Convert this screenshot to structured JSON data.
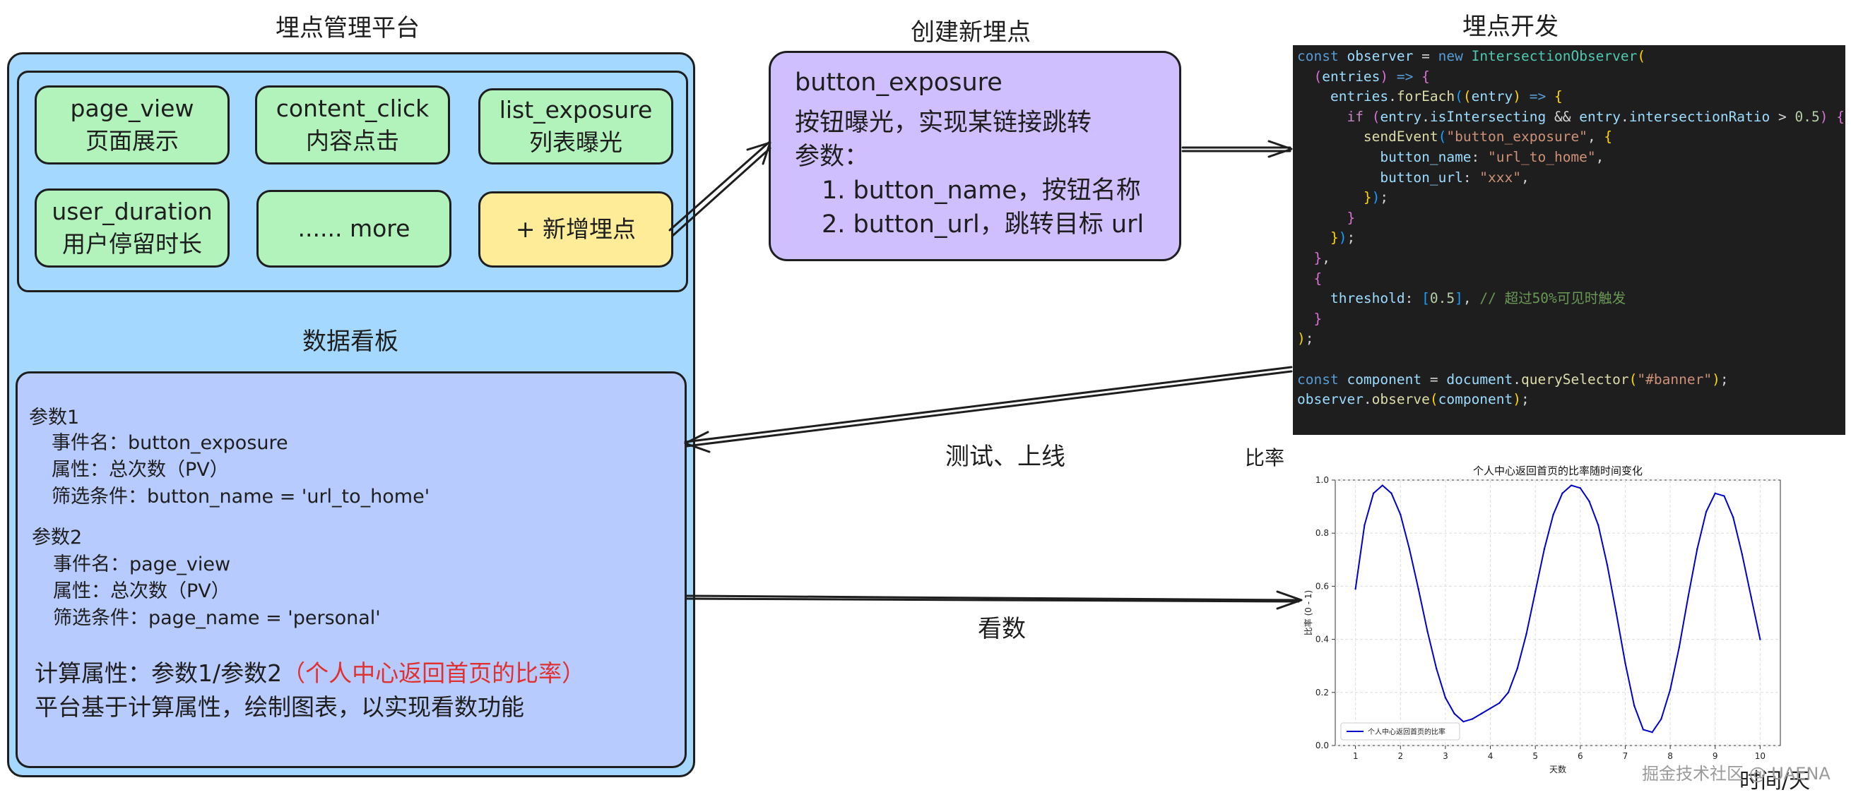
{
  "titles": {
    "platform": "埋点管理平台",
    "create": "创建新埋点",
    "dev": "埋点开发",
    "dashboard": "数据看板",
    "test": "测试、上线",
    "view": "看数"
  },
  "events": [
    {
      "name": "page_view",
      "desc": "页面展示"
    },
    {
      "name": "content_click",
      "desc": "内容点击"
    },
    {
      "name": "list_exposure",
      "desc": "列表曝光"
    },
    {
      "name": "user_duration",
      "desc": "用户停留时长"
    },
    {
      "name": "...... more",
      "desc": ""
    },
    {
      "name": "+ 新增埋点",
      "desc": ""
    }
  ],
  "new_event": {
    "name": "button_exposure",
    "desc": "按钮曝光，实现某链接跳转",
    "params_label": "参数：",
    "param1": "1. button_name，按钮名称",
    "param2": "2. button_url，跳转目标 url"
  },
  "dashboard": {
    "p1_title": "参数1",
    "p1_event": "事件名：button_exposure",
    "p1_attr": "属性：总次数（PV）",
    "p1_filter": "筛选条件：button_name = 'url_to_home'",
    "p2_title": "参数2",
    "p2_event": "事件名：page_view",
    "p2_attr": "属性：总次数（PV）",
    "p2_filter": "筛选条件：page_name = 'personal'",
    "calc_label": "计算属性：参数1/参数2",
    "calc_note": "（个人中心返回首页的比率）",
    "summary": "平台基于计算属性，绘制图表，以实现看数功能"
  },
  "chart_outer": {
    "ylabel": "比率",
    "xlabel": "时间/天"
  },
  "chart_data": {
    "type": "line",
    "title": "个人中心返回首页的比率随时间变化",
    "xlabel": "天数",
    "ylabel": "比率 (0 - 1)",
    "xlim": [
      0.55,
      10.45
    ],
    "ylim": [
      0,
      1.0
    ],
    "xticks": [
      1,
      2,
      3,
      4,
      5,
      6,
      7,
      8,
      9,
      10
    ],
    "yticks": [
      0.0,
      0.2,
      0.4,
      0.6,
      0.8,
      1.0
    ],
    "grid": true,
    "legend_position": "bottom-left",
    "series": [
      {
        "name": "个人中心返回首页的比率",
        "color": "#0000cc",
        "x": [
          1,
          1.2,
          1.4,
          1.6,
          1.8,
          2.0,
          2.2,
          2.4,
          2.6,
          2.8,
          3.0,
          3.2,
          3.4,
          3.6,
          3.8,
          4.0,
          4.2,
          4.4,
          4.6,
          4.8,
          5.0,
          5.2,
          5.4,
          5.6,
          5.8,
          6.0,
          6.2,
          6.4,
          6.6,
          6.8,
          7.0,
          7.2,
          7.4,
          7.6,
          7.8,
          8.0,
          8.2,
          8.4,
          8.6,
          8.8,
          9.0,
          9.2,
          9.4,
          9.6,
          9.8,
          10.0
        ],
        "y": [
          0.59,
          0.83,
          0.95,
          0.98,
          0.95,
          0.87,
          0.74,
          0.59,
          0.43,
          0.29,
          0.18,
          0.12,
          0.09,
          0.1,
          0.12,
          0.14,
          0.16,
          0.2,
          0.29,
          0.42,
          0.58,
          0.74,
          0.87,
          0.95,
          0.98,
          0.97,
          0.92,
          0.83,
          0.68,
          0.5,
          0.31,
          0.15,
          0.06,
          0.05,
          0.1,
          0.21,
          0.37,
          0.56,
          0.74,
          0.88,
          0.95,
          0.94,
          0.86,
          0.72,
          0.56,
          0.4
        ]
      }
    ]
  },
  "code_lines": [
    [
      [
        "const ",
        "k"
      ],
      [
        "observer",
        "v"
      ],
      [
        " = ",
        ""
      ],
      [
        "new ",
        "k"
      ],
      [
        "IntersectionObserver",
        "c"
      ],
      [
        "(",
        "p1"
      ]
    ],
    [
      [
        "  ",
        ""
      ],
      [
        "(",
        "p2"
      ],
      [
        "entries",
        "v"
      ],
      [
        ")",
        "p2"
      ],
      [
        " => ",
        "k"
      ],
      [
        "{",
        "p2"
      ]
    ],
    [
      [
        "    ",
        ""
      ],
      [
        "entries",
        "v"
      ],
      [
        ".",
        ""
      ],
      [
        "forEach",
        "f"
      ],
      [
        "(",
        "p3"
      ],
      [
        "(",
        "p1"
      ],
      [
        "entry",
        "v"
      ],
      [
        ")",
        "p1"
      ],
      [
        " => ",
        "k"
      ],
      [
        "{",
        "p1"
      ]
    ],
    [
      [
        "      ",
        ""
      ],
      [
        "if ",
        "kw"
      ],
      [
        "(",
        "p2"
      ],
      [
        "entry",
        "v"
      ],
      [
        ".",
        ""
      ],
      [
        "isIntersecting",
        "v"
      ],
      [
        " && ",
        ""
      ],
      [
        "entry",
        "v"
      ],
      [
        ".",
        ""
      ],
      [
        "intersectionRatio",
        "v"
      ],
      [
        " > ",
        ""
      ],
      [
        "0.5",
        "n"
      ],
      [
        ")",
        "p2"
      ],
      [
        " {",
        "p2"
      ]
    ],
    [
      [
        "        ",
        ""
      ],
      [
        "sendEvent",
        "f"
      ],
      [
        "(",
        "p3"
      ],
      [
        "\"button_exposure\"",
        "s"
      ],
      [
        ", ",
        ""
      ],
      [
        "{",
        "p1"
      ]
    ],
    [
      [
        "          ",
        ""
      ],
      [
        "button_name",
        "v"
      ],
      [
        ": ",
        ""
      ],
      [
        "\"url_to_home\"",
        "s"
      ],
      [
        ",",
        ""
      ]
    ],
    [
      [
        "          ",
        ""
      ],
      [
        "button_url",
        "v"
      ],
      [
        ": ",
        ""
      ],
      [
        "\"xxx\"",
        "s"
      ],
      [
        ",",
        ""
      ]
    ],
    [
      [
        "        ",
        ""
      ],
      [
        "}",
        "p1"
      ],
      [
        ")",
        "p3"
      ],
      [
        ";",
        ""
      ]
    ],
    [
      [
        "      ",
        ""
      ],
      [
        "}",
        "p2"
      ]
    ],
    [
      [
        "    ",
        ""
      ],
      [
        "}",
        "p1"
      ],
      [
        ")",
        "p3"
      ],
      [
        ";",
        ""
      ]
    ],
    [
      [
        "  ",
        ""
      ],
      [
        "}",
        "p2"
      ],
      [
        ",",
        ""
      ]
    ],
    [
      [
        "  ",
        ""
      ],
      [
        "{",
        "p2"
      ]
    ],
    [
      [
        "    ",
        ""
      ],
      [
        "threshold",
        "v"
      ],
      [
        ": ",
        ""
      ],
      [
        "[",
        "p3"
      ],
      [
        "0.5",
        "n"
      ],
      [
        "]",
        "p3"
      ],
      [
        ", ",
        ""
      ],
      [
        "// 超过50%可见时触发",
        "cm"
      ]
    ],
    [
      [
        "  ",
        ""
      ],
      [
        "}",
        "p2"
      ]
    ],
    [
      [
        ")",
        "p1"
      ],
      [
        ";",
        ""
      ]
    ],
    [
      [
        "",
        ""
      ]
    ],
    [
      [
        "const ",
        "k"
      ],
      [
        "component",
        "v"
      ],
      [
        " = ",
        ""
      ],
      [
        "document",
        "v"
      ],
      [
        ".",
        ""
      ],
      [
        "querySelector",
        "f"
      ],
      [
        "(",
        "p1"
      ],
      [
        "\"#banner\"",
        "s"
      ],
      [
        ")",
        "p1"
      ],
      [
        ";",
        ""
      ]
    ],
    [
      [
        "observer",
        "v"
      ],
      [
        ".",
        ""
      ],
      [
        "observe",
        "f"
      ],
      [
        "(",
        "p1"
      ],
      [
        "component",
        "v"
      ],
      [
        ")",
        "p1"
      ],
      [
        ";",
        ""
      ]
    ]
  ],
  "watermark": "掘金技术社区 @ UAENA"
}
